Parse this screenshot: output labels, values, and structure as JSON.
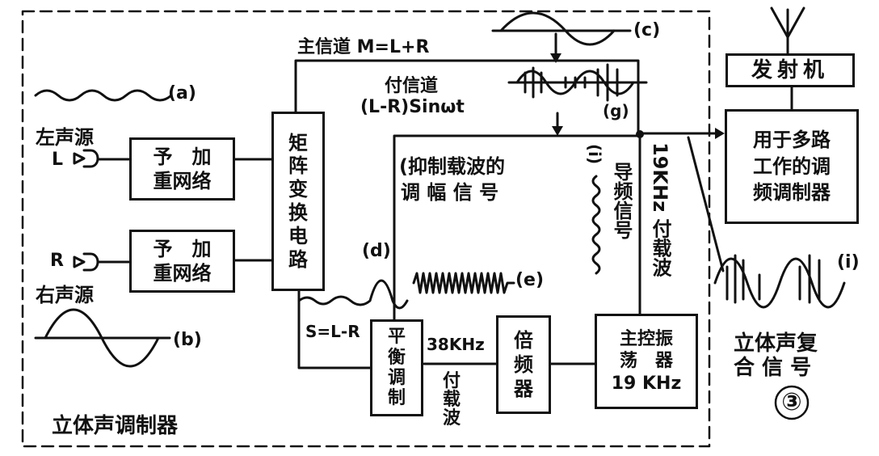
{
  "modulator_label": "立体声调制器",
  "boxes": {
    "pre_emphasis_left": "予　加\n重网络",
    "pre_emphasis_right": "予　加\n重网络",
    "matrix": "矩\n阵\n变\n换\n电\n路",
    "balanced_modulator": "平\n衡\n调\n制",
    "frequency_doubler": "倍\n频\n器",
    "master_oscillator": "主控振\n荡　器\n19 KHz",
    "fm_modulator": "用于多路\n工作的调\n频调制器",
    "transmitter": "发射机"
  },
  "labels": {
    "left_source": "左声源",
    "left_channel": "L",
    "right_source": "R",
    "right_source_name": "右声源",
    "wave_a": "(a)",
    "wave_b": "(b)",
    "wave_c": "(c)",
    "wave_d": "(d)",
    "wave_e": "(e)",
    "wave_g": "(g)",
    "wave_i": "(i)",
    "wave_i_right": "(i)",
    "main_channel": "主信道 M=L+R",
    "sub_channel": "付信道",
    "sub_channel_formula": "(L-R)Sinωt",
    "suppressed_carrier_1": "(抑制载波的",
    "suppressed_carrier_2": "调 幅 信 号",
    "pilot_signal": "导频信号",
    "sub_carrier_19k": "19KHz 付载波",
    "s_signal": "S=L-R",
    "carrier_38k": "38KHz",
    "subcarrier": "付\n载\n波",
    "composite_1": "立体声复",
    "composite_2": "合 信 号",
    "figure_number": "③"
  }
}
